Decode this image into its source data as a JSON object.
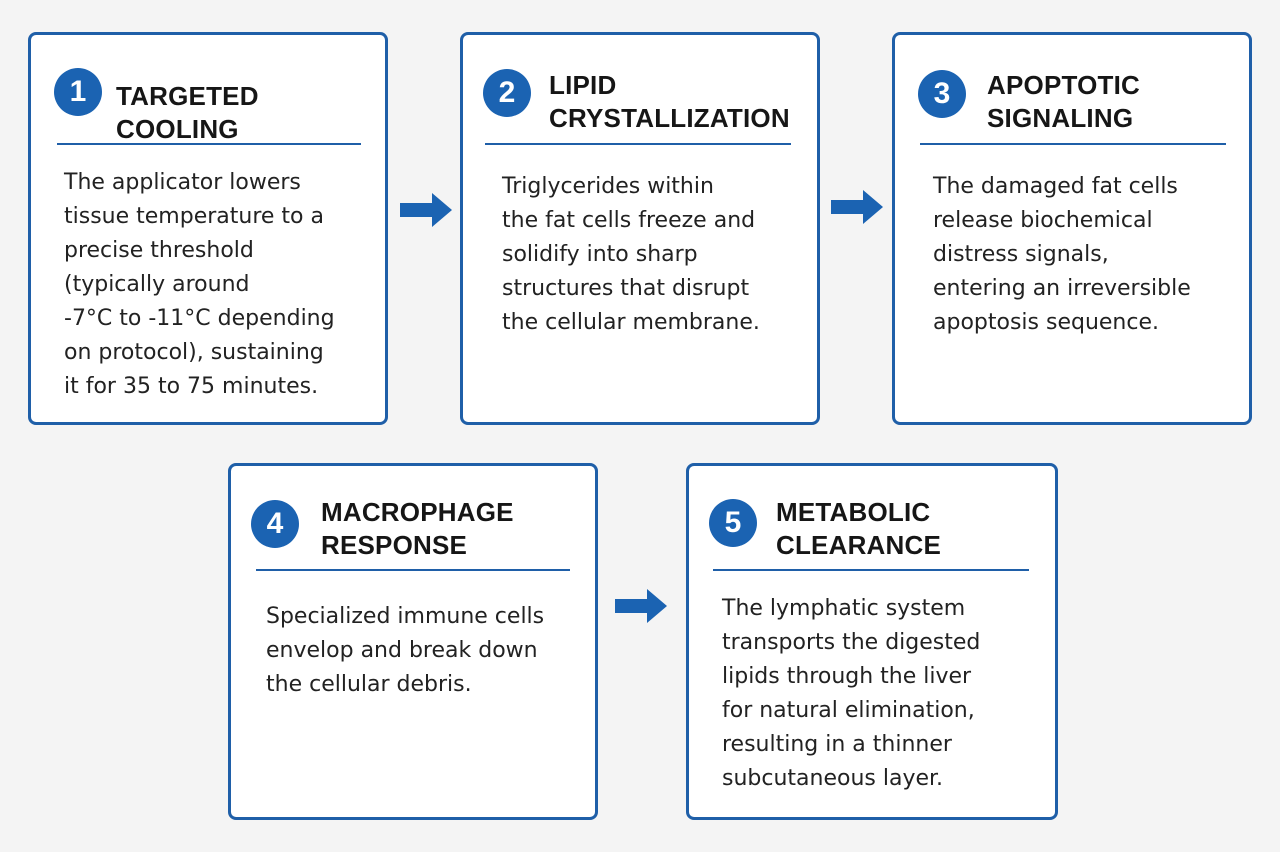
{
  "colors": {
    "accent": "#1f5fa8",
    "badge": "#1b63b2",
    "background": "#f4f4f4",
    "card": "#ffffff",
    "text": "#222222"
  },
  "steps": [
    {
      "number": "1",
      "title": "TARGETED COOLING",
      "lines": [
        "The applicator lowers",
        "tissue temperature to a",
        "precise threshold",
        "(typically around",
        "-7°C to -11°C depending",
        "on protocol), sustaining",
        "it for 35 to 75 minutes."
      ]
    },
    {
      "number": "2",
      "title": "LIPID CRYSTALLIZATION",
      "title_lines": [
        "LIPID",
        "CRYSTALLIZATION"
      ],
      "lines": [
        "Triglycerides within",
        "the fat cells freeze and",
        "solidify into sharp",
        "structures that disrupt",
        "the cellular membrane."
      ]
    },
    {
      "number": "3",
      "title": "APOPTOTIC SIGNALING",
      "title_lines": [
        "APOPTOTIC",
        "SIGNALING"
      ],
      "lines": [
        "The damaged fat cells",
        "release biochemical",
        "distress signals,",
        "entering an irreversible",
        "apoptosis sequence."
      ]
    },
    {
      "number": "4",
      "title": "MACROPHAGE RESPONSE",
      "title_lines": [
        "MACROPHAGE",
        "RESPONSE"
      ],
      "lines": [
        "Specialized immune cells",
        "envelop and break down",
        "the cellular debris."
      ]
    },
    {
      "number": "5",
      "title": "METABOLIC CLEARANCE",
      "title_lines": [
        "METABOLIC",
        "CLEARANCE"
      ],
      "lines": [
        "The lymphatic system",
        "transports the digested",
        "lipids through the liver",
        "for natural elimination,",
        "resulting in a thinner",
        "subcutaneous layer."
      ]
    }
  ],
  "arrows": [
    {
      "from": "1",
      "to": "2",
      "icon": "right-arrow-icon"
    },
    {
      "from": "2",
      "to": "3",
      "icon": "right-arrow-icon"
    },
    {
      "from": "4",
      "to": "5",
      "icon": "right-arrow-icon"
    }
  ]
}
